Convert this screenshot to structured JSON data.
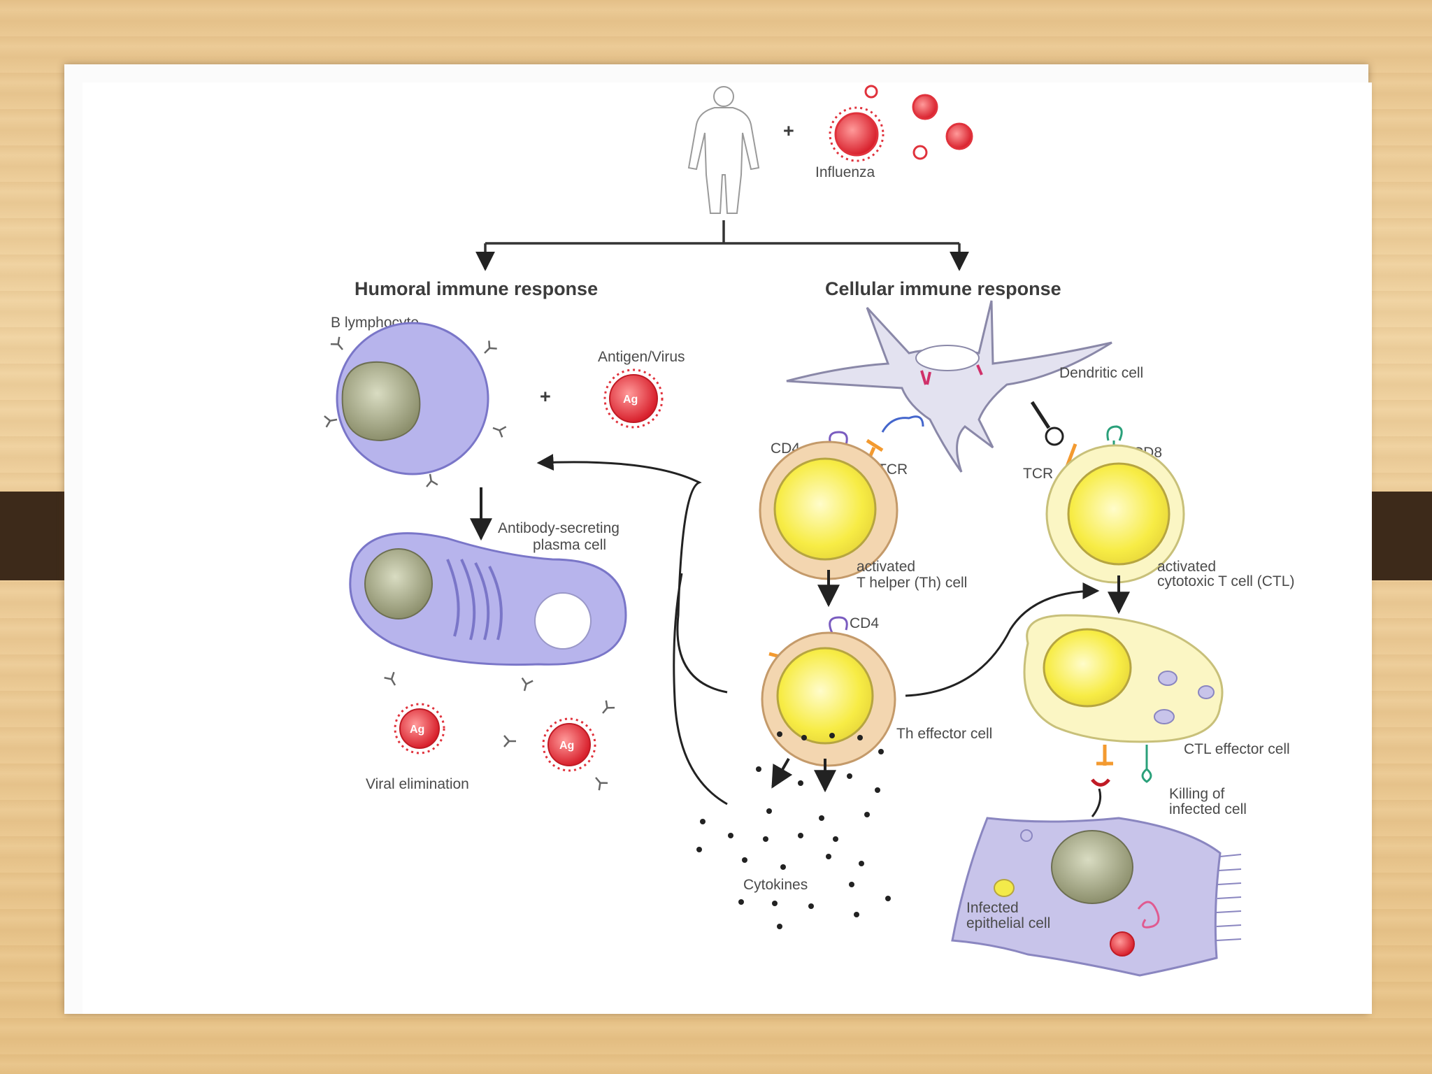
{
  "diagram": {
    "influenza_label": "Influenza",
    "plus_sign": "+",
    "humoral_heading": "Humoral immune response",
    "cellular_heading": "Cellular immune response",
    "b_lymphocyte": "B lymphocyte",
    "antigen_virus": "Antigen/Virus",
    "ag": "Ag",
    "plasma_line1": "Antibody-secreting",
    "plasma_line2": "plasma cell",
    "viral_elimination": "Viral elimination",
    "dendritic_cell": "Dendritic cell",
    "cd4": "CD4",
    "cd8": "CD8",
    "tcr": "TCR",
    "th_line1": "activated",
    "th_line2": "T helper (Th) cell",
    "ctl_line1": "activated",
    "ctl_line2": "cytotoxic T cell (CTL)",
    "th_effector": "Th effector cell",
    "ctl_effector": "CTL effector cell",
    "killing_line1": "Killing of",
    "killing_line2": "infected cell",
    "cytokines": "Cytokines",
    "infected_line1": "Infected",
    "infected_line2": "epithelial cell"
  },
  "colors": {
    "wood": "#ecc990",
    "band": "#3d2a1a",
    "virus": "#e0323c",
    "b_cell": "#b7b4ec",
    "t_cell_nucleus": "#f7ef55",
    "t_cell_outer": "#f3d6b0",
    "dendritic": "#e3e2f0"
  }
}
